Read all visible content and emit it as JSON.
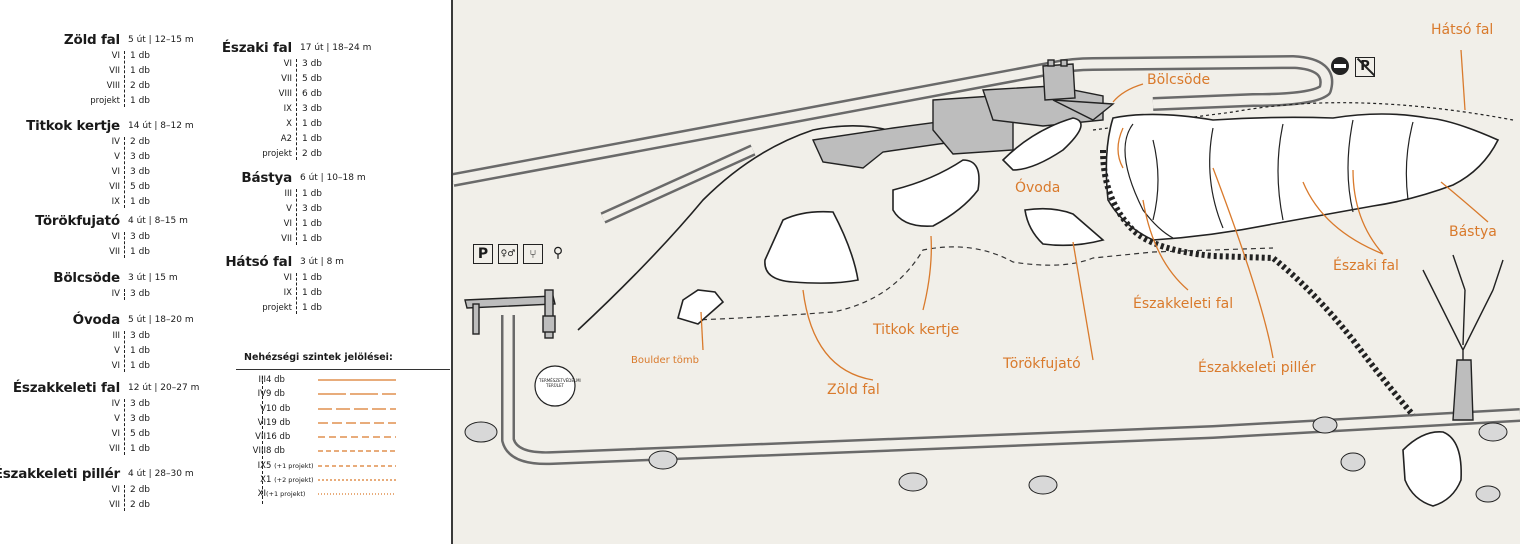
{
  "colors": {
    "accent": "#d97a2c",
    "ink": "#1a1a1a",
    "paper": "#f1efe9"
  },
  "crags_left": [
    {
      "name": "Zöld fal",
      "meta": "5 út | 12–15 m",
      "rows": [
        [
          "VI",
          "1 db"
        ],
        [
          "VII",
          "1 db"
        ],
        [
          "VIII",
          "2 db"
        ],
        [
          "projekt",
          "1 db"
        ]
      ]
    },
    {
      "name": "Titkok kertje",
      "meta": "14 út | 8–12 m",
      "rows": [
        [
          "IV",
          "2 db"
        ],
        [
          "V",
          "3 db"
        ],
        [
          "VI",
          "3 db"
        ],
        [
          "VII",
          "5 db"
        ],
        [
          "IX",
          "1 db"
        ]
      ]
    },
    {
      "name": "Törökfujató",
      "meta": "4 út | 8–15 m",
      "rows": [
        [
          "VI",
          "3 db"
        ],
        [
          "VII",
          "1 db"
        ]
      ]
    },
    {
      "name": "Bölcsöde",
      "meta": "3 út | 15 m",
      "rows": [
        [
          "IV",
          "3 db"
        ]
      ]
    },
    {
      "name": "Óvoda",
      "meta": "5 út | 18–20 m",
      "rows": [
        [
          "III",
          "3 db"
        ],
        [
          "V",
          "1 db"
        ],
        [
          "VI",
          "1 db"
        ]
      ]
    },
    {
      "name": "Északkeleti fal",
      "meta": "12 út | 20–27 m",
      "rows": [
        [
          "IV",
          "3 db"
        ],
        [
          "V",
          "3 db"
        ],
        [
          "VI",
          "5 db"
        ],
        [
          "VII",
          "1 db"
        ]
      ]
    },
    {
      "name": "Északkeleti pillér",
      "meta": "4 út | 28–30 m",
      "rows": [
        [
          "VI",
          "2 db"
        ],
        [
          "VII",
          "2 db"
        ]
      ]
    }
  ],
  "crags_right": [
    {
      "name": "Északi fal",
      "meta": "17 út | 18–24 m",
      "rows": [
        [
          "VI",
          "3 db"
        ],
        [
          "VII",
          "5 db"
        ],
        [
          "VIII",
          "6 db"
        ],
        [
          "IX",
          "3 db"
        ],
        [
          "X",
          "1 db"
        ],
        [
          "A2",
          "1 db"
        ],
        [
          "projekt",
          "2 db"
        ]
      ]
    },
    {
      "name": "Bástya",
      "meta": "6 út | 10–18 m",
      "rows": [
        [
          "III",
          "1 db"
        ],
        [
          "V",
          "3 db"
        ],
        [
          "VI",
          "1 db"
        ],
        [
          "VII",
          "1 db"
        ]
      ]
    },
    {
      "name": "Hátsó fal",
      "meta": "3 út | 8 m",
      "rows": [
        [
          "VI",
          "1 db"
        ],
        [
          "IX",
          "1 db"
        ],
        [
          "projekt",
          "1 db"
        ]
      ]
    }
  ],
  "scale": {
    "title": "Nehézségi szintek jelölései:",
    "rows": [
      {
        "grade": "III",
        "count": "4 db",
        "note": "",
        "dash": "60 0"
      },
      {
        "grade": "IV",
        "count": "9 db",
        "note": "",
        "dash": "28 4"
      },
      {
        "grade": "V",
        "count": "10 db",
        "note": "",
        "dash": "14 4"
      },
      {
        "grade": "VI",
        "count": "19 db",
        "note": "",
        "dash": "10 4"
      },
      {
        "grade": "VII",
        "count": "16 db",
        "note": "",
        "dash": "7 4"
      },
      {
        "grade": "VIII",
        "count": "8 db",
        "note": "",
        "dash": "5 3"
      },
      {
        "grade": "IX",
        "count": "5",
        "note": "(+1 projekt)",
        "dash": "4 3"
      },
      {
        "grade": "X",
        "count": "1",
        "note": "(+2 projekt)",
        "dash": "2 2"
      },
      {
        "grade": "XI",
        "count": "",
        "note": "(+1 projekt)",
        "dash": "1 2"
      }
    ]
  },
  "map": {
    "sign_text": "TERMÉSZETVÉDELMI TERÜLET",
    "labels": [
      {
        "key": "hatso",
        "text": "Hátsó fal"
      },
      {
        "key": "bolcsode",
        "text": "Bölcsöde"
      },
      {
        "key": "ovoda",
        "text": "Óvoda"
      },
      {
        "key": "bastya",
        "text": "Bástya"
      },
      {
        "key": "eszaki",
        "text": "Északi fal"
      },
      {
        "key": "titkok",
        "text": "Titkok kertje"
      },
      {
        "key": "ekfal",
        "text": "Északkeleti fal"
      },
      {
        "key": "torok",
        "text": "Törökfujató"
      },
      {
        "key": "ekpiller",
        "text": "Északkeleti pillér"
      },
      {
        "key": "zold",
        "text": "Zöld fal"
      },
      {
        "key": "boulder",
        "text": "Boulder tömb"
      }
    ],
    "icons": [
      "parking-icon",
      "toilet-icon",
      "restaurant-icon",
      "water-tap-icon",
      "no-entry-icon",
      "no-parking-icon"
    ]
  }
}
